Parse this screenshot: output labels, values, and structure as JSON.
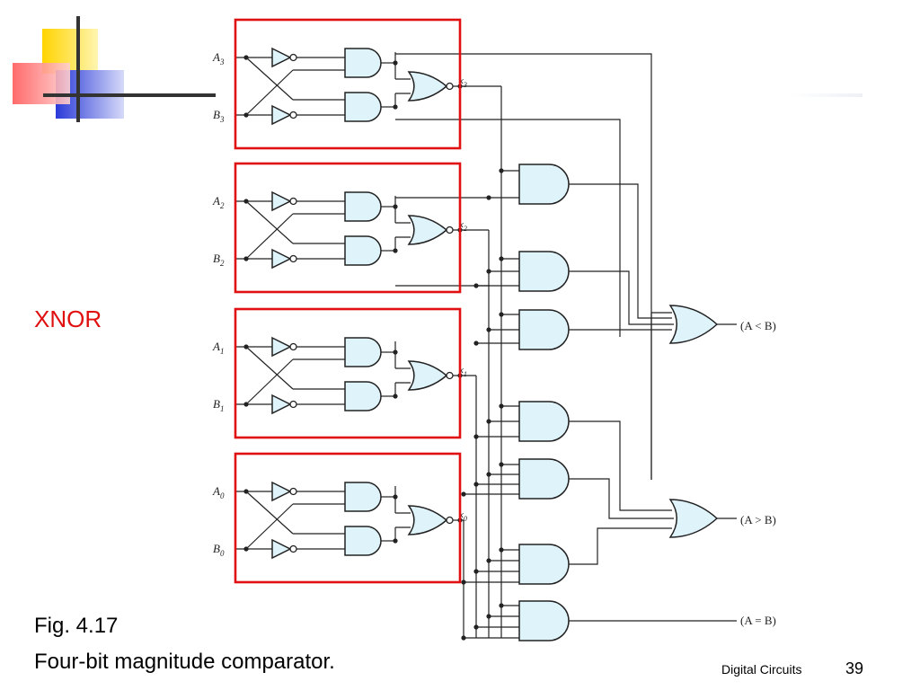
{
  "slide": {
    "annotation": "XNOR",
    "caption_line1": "Fig. 4.17",
    "caption_line2": "Four-bit magnitude comparator.",
    "footer": "Digital Circuits",
    "page_number": "39"
  },
  "inputs": [
    {
      "a": "A",
      "b": "B",
      "index": "3",
      "x": "x",
      "x_index": "3"
    },
    {
      "a": "A",
      "b": "B",
      "index": "2",
      "x": "x",
      "x_index": "2"
    },
    {
      "a": "A",
      "b": "B",
      "index": "1",
      "x": "x",
      "x_index": "1"
    },
    {
      "a": "A",
      "b": "B",
      "index": "0",
      "x": "x",
      "x_index": "0"
    }
  ],
  "outputs": {
    "lt": "(A < B)",
    "gt": "(A > B)",
    "eq": "(A = B)"
  },
  "colors": {
    "gate_fill": "#dff3fb",
    "highlight_box": "#e01010",
    "wire": "#222222"
  }
}
